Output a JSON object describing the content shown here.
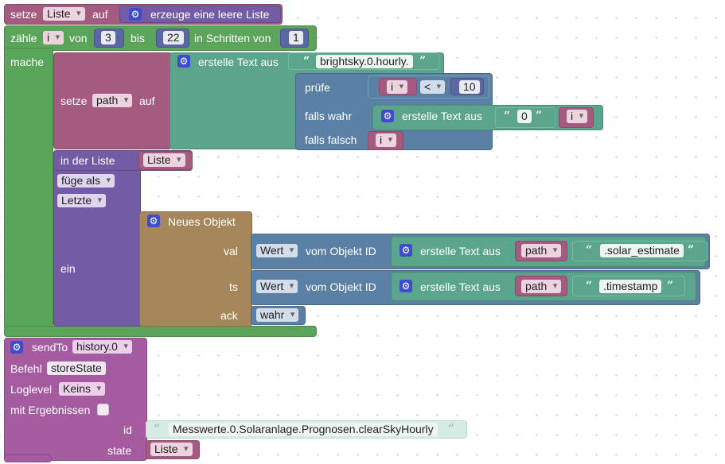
{
  "set_list": {
    "keyword": "setze",
    "variable": "Liste",
    "connector": "auf",
    "create_empty": "erzeuge eine leere Liste"
  },
  "loop": {
    "count_label": "zähle",
    "variable": "i",
    "from_label": "von",
    "from_value": "3",
    "to_label": "bis",
    "to_value": "22",
    "step_label": "in Schritten von",
    "step_value": "1",
    "do_label": "mache"
  },
  "set_path": {
    "keyword": "setze",
    "variable": "path",
    "connector": "auf",
    "join_label": "erstelle Text aus",
    "prefix_text": "brightsky.0.hourly.",
    "ternary": {
      "test_label": "prüfe",
      "if_true_label": "falls wahr",
      "if_false_label": "falls falsch",
      "compare_var": "i",
      "operator": "<",
      "compare_value": "10",
      "true_join_label": "erstelle Text aus",
      "true_text": "0",
      "true_var": "i",
      "false_var": "i"
    }
  },
  "list_insert": {
    "in_list_label": "in der Liste",
    "list_var": "Liste",
    "mode": "füge als",
    "position": "Letzte",
    "value_label": "ein"
  },
  "new_object": {
    "title": "Neues Objekt",
    "rows": [
      {
        "key": "val",
        "value_mode": "Wert",
        "of_object_label": "vom Objekt ID",
        "join_label": "erstelle Text aus",
        "var": "path",
        "suffix": ".solar_estimate"
      },
      {
        "key": "ts",
        "value_mode": "Wert",
        "of_object_label": "vom Objekt ID",
        "join_label": "erstelle Text aus",
        "var": "path",
        "suffix": ".timestamp"
      }
    ],
    "ack_key": "ack",
    "ack_value": "wahr"
  },
  "send_to": {
    "label": "sendTo",
    "instance": "history.0",
    "command_label": "Befehl",
    "command": "storeState",
    "loglevel_label": "Loglevel",
    "loglevel": "Keins",
    "results_label": "mit Ergebnissen",
    "id_label": "id",
    "id_text": "Messwerte.0.Solaranlage.Prognosen.clearSkyHourly",
    "state_label": "state",
    "state_var": "Liste"
  },
  "colors": {
    "variables": "#a55b80",
    "lists": "#745ba5",
    "loops": "#5ba55b",
    "text": "#5ba58c",
    "logic": "#5b80a5",
    "objects": "#a5875b",
    "sendto": "#a55ba0",
    "gear_icon": "#3f4ccc"
  },
  "icons": {
    "mutator": "gear-icon",
    "quote_open": "quote-open-icon",
    "quote_close": "quote-close-icon",
    "dropdown": "chevron-down-icon"
  },
  "quotes": {
    "open": "“",
    "close": "”"
  }
}
